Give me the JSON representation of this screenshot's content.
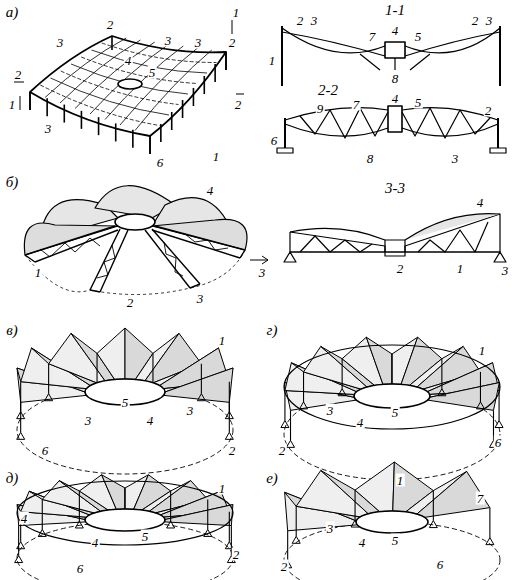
{
  "diagram": {
    "labels": [
      "а)",
      "1",
      "2",
      "3",
      "3",
      "4",
      "5",
      "3",
      "2",
      "2",
      "1",
      "2",
      "1",
      "3",
      "6",
      "1-1",
      "2",
      "3",
      "7",
      "4",
      "5",
      "2",
      "3",
      "1",
      "8",
      "2-2",
      "2",
      "9",
      "7",
      "4",
      "5",
      "6",
      "8",
      "3",
      "б)",
      "4",
      "1",
      "2",
      "3",
      "3",
      "3-3",
      "4",
      "2",
      "1",
      "3",
      "в)",
      "1",
      "5",
      "3",
      "4",
      "3",
      "2",
      "6",
      "г)",
      "1",
      "3",
      "4",
      "5",
      "2",
      "6",
      "д)",
      "1",
      "4",
      "4",
      "5",
      "2",
      "6",
      "е)",
      "1",
      "7",
      "3",
      "4",
      "5",
      "2",
      "6"
    ]
  }
}
